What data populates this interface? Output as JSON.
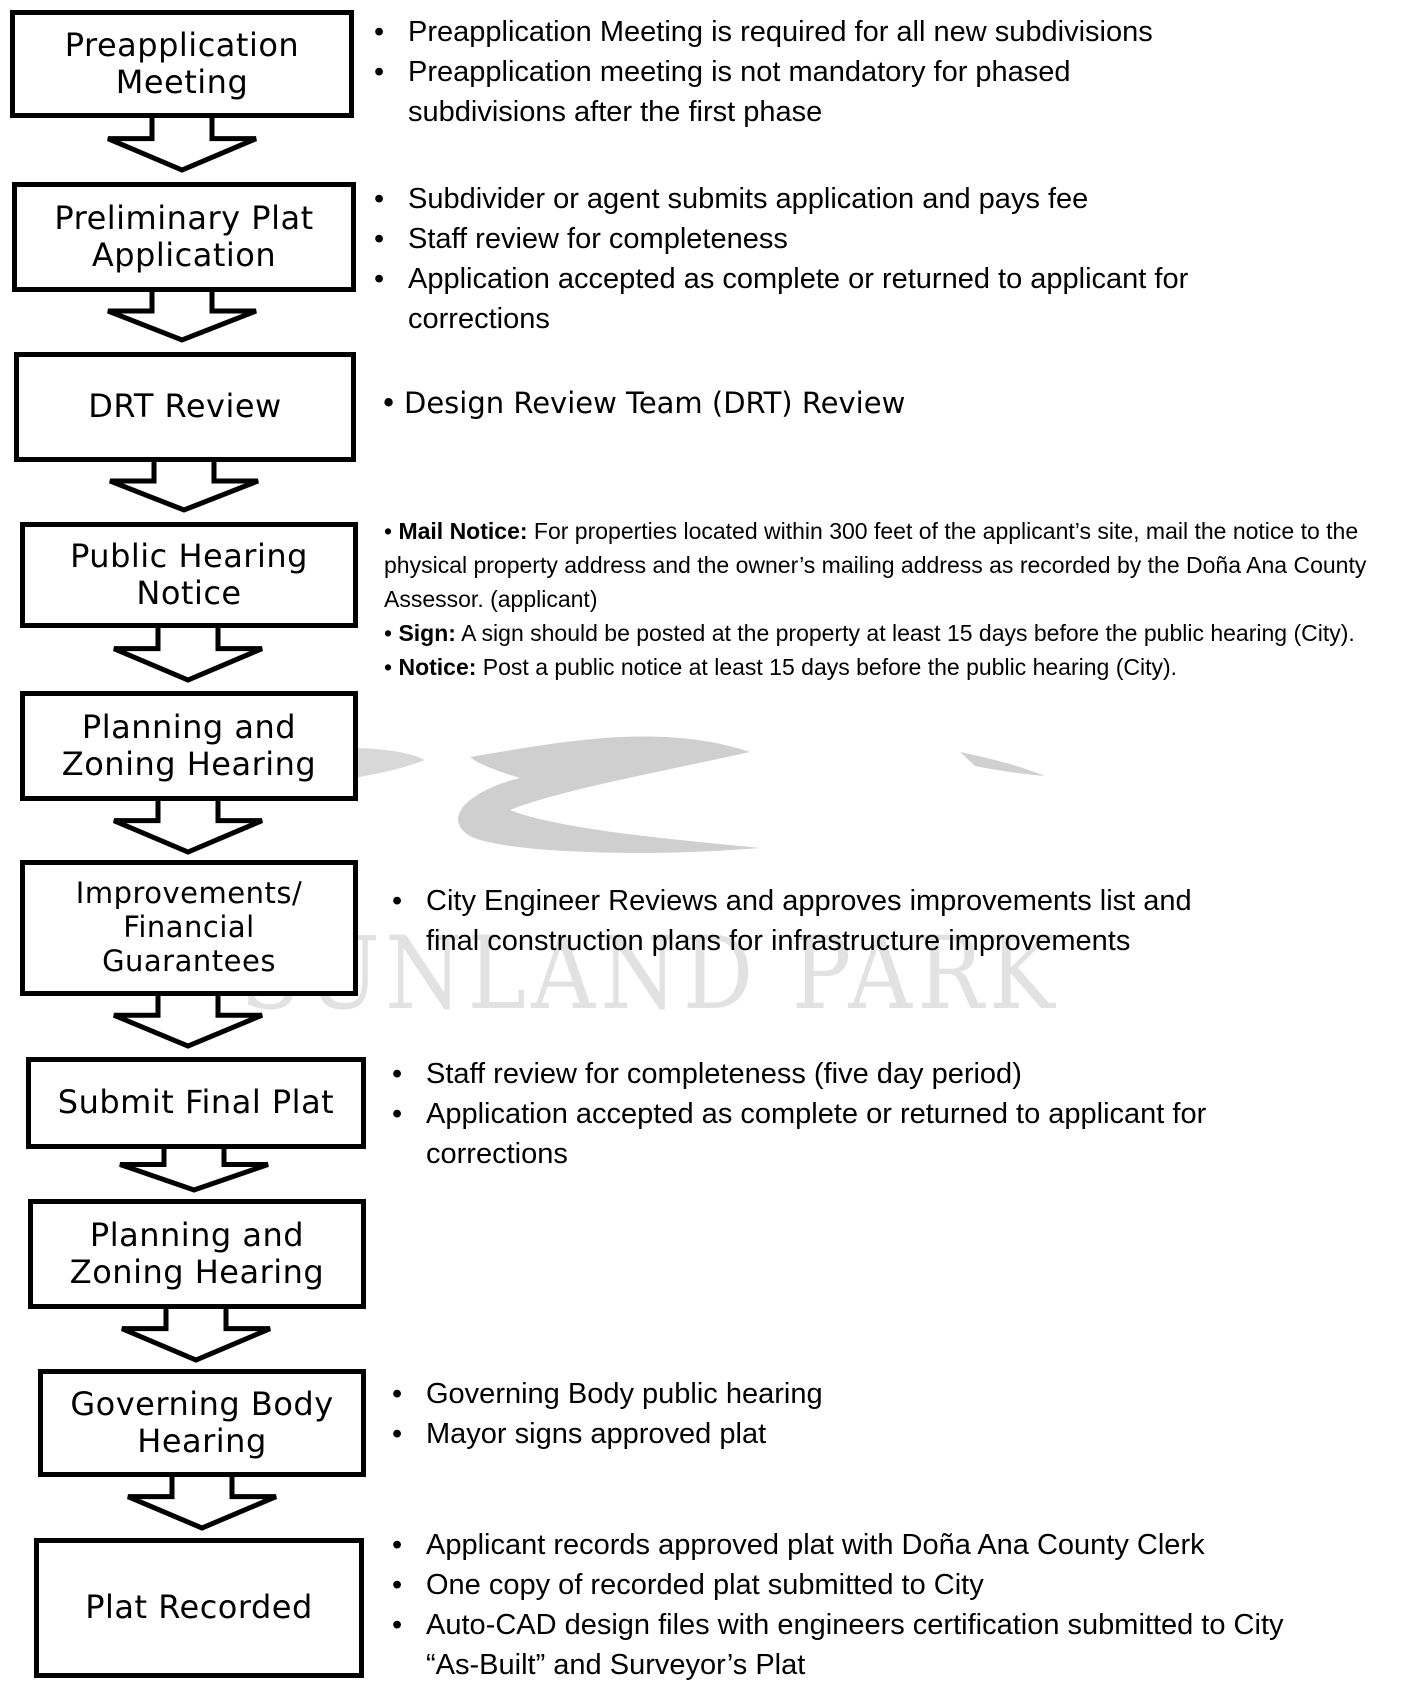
{
  "watermark": "SUNLAND PARK",
  "steps": [
    {
      "label": "Preapplication\nMeeting",
      "notes": [
        "Preapplication Meeting is required for all new subdivisions",
        "Preapplication meeting is not mandatory for phased subdivisions after the first phase"
      ]
    },
    {
      "label": "Preliminary Plat\nApplication",
      "notes": [
        "Subdivider or agent submits application and pays fee",
        "Staff review for completeness",
        "Application accepted as complete or returned to applicant for corrections"
      ]
    },
    {
      "label": "DRT Review",
      "notes": [
        "Design Review Team (DRT) Review"
      ]
    },
    {
      "label": "Public Hearing\nNotice",
      "notes": [
        {
          "bold": "Mail Notice:",
          "text": " For properties located within 300 feet of the applicant’s site, mail the notice to the physical property address and the owner’s mailing address as recorded by the Doña Ana County Assessor. (applicant)"
        },
        {
          "bold": "Sign:",
          "text": " A sign should be posted at the property at least 15 days before the public hearing (City)."
        },
        {
          "bold": "Notice:",
          "text": " Post a public notice at least 15 days before the public hearing (City)."
        }
      ]
    },
    {
      "label": "Planning and\nZoning Hearing",
      "notes": []
    },
    {
      "label": "Improvements/\nFinancial\nGuarantees",
      "notes": [
        "City Engineer Reviews and approves improvements list and final construction plans for infrastructure improvements"
      ]
    },
    {
      "label": "Submit Final Plat",
      "notes": [
        "Staff review for completeness (five day period)",
        "Application accepted as complete or returned to applicant for corrections"
      ]
    },
    {
      "label": "Planning and\nZoning Hearing",
      "notes": []
    },
    {
      "label": "Governing Body\nHearing",
      "notes": [
        "Governing Body public hearing",
        "Mayor signs approved plat"
      ]
    },
    {
      "label": "Plat Recorded",
      "notes": [
        "Applicant records approved plat with Doña Ana County Clerk",
        "One copy of recorded plat submitted to City",
        "Auto-CAD design files with engineers certification submitted to City “As-Built” and Surveyor’s Plat"
      ]
    }
  ]
}
